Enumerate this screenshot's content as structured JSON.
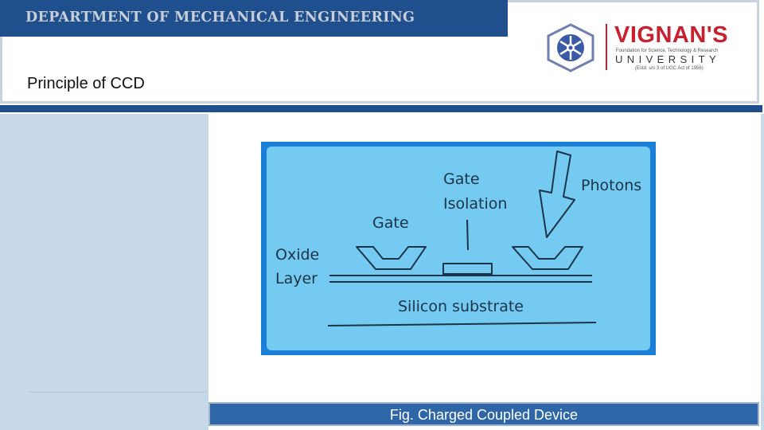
{
  "header": {
    "department": "DEPARTMENT OF MECHANICAL ENGINEERING",
    "title": "Principle of CCD"
  },
  "logo": {
    "brand": "VIGNAN'S",
    "tagline": "Foundation for Science, Technology & Research",
    "university": "UNIVERSITY",
    "established": "(Estd. u/s 3 of UGC Act of 1956)",
    "icon": "vignan-emblem-icon"
  },
  "diagram": {
    "labels": {
      "gate_isolation_line1": "Gate",
      "gate_isolation_line2": "Isolation",
      "photons": "Photons",
      "gate": "Gate",
      "oxide_line1": "Oxide",
      "oxide_line2": "Layer",
      "silicon": "Silicon substrate"
    },
    "colors": {
      "frame": "#1b7fd8",
      "fill": "#74caf1",
      "ink": "#1c3448"
    }
  },
  "caption": "Fig. Charged Coupled Device"
}
